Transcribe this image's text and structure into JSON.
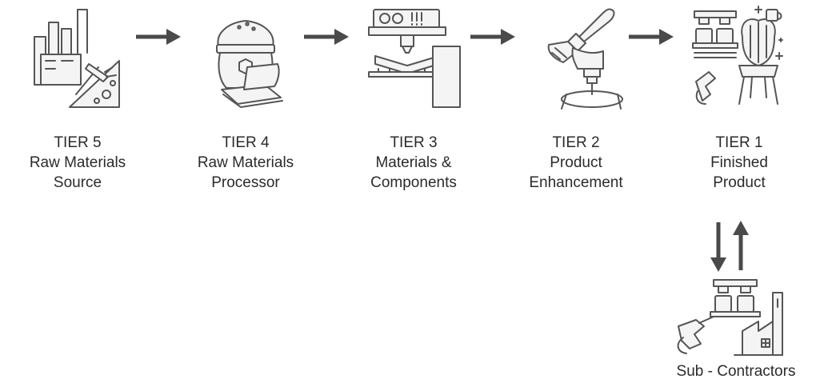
{
  "tiers": [
    {
      "title": "TIER 5",
      "line1": "Raw Materials",
      "line2": "Source",
      "icon": "mining-factory-icon"
    },
    {
      "title": "TIER 4",
      "line1": "Raw Materials",
      "line2": "Processor",
      "icon": "material-sack-sheets-icon"
    },
    {
      "title": "TIER 3",
      "line1": "Materials &",
      "line2": "Components",
      "icon": "press-machine-icon"
    },
    {
      "title": "TIER 2",
      "line1": "Product",
      "line2": "Enhancement",
      "icon": "paintbrush-finishing-icon"
    },
    {
      "title": "TIER 1",
      "line1": "Finished",
      "line2": "Product",
      "icon": "finished-chair-icon"
    }
  ],
  "subcontractors": {
    "label": "Sub - Contractors",
    "icon": "subcontractor-factory-icon"
  },
  "colors": {
    "stroke": "#555555",
    "arrow": "#4a4a4a",
    "text": "#2b2b2b"
  }
}
